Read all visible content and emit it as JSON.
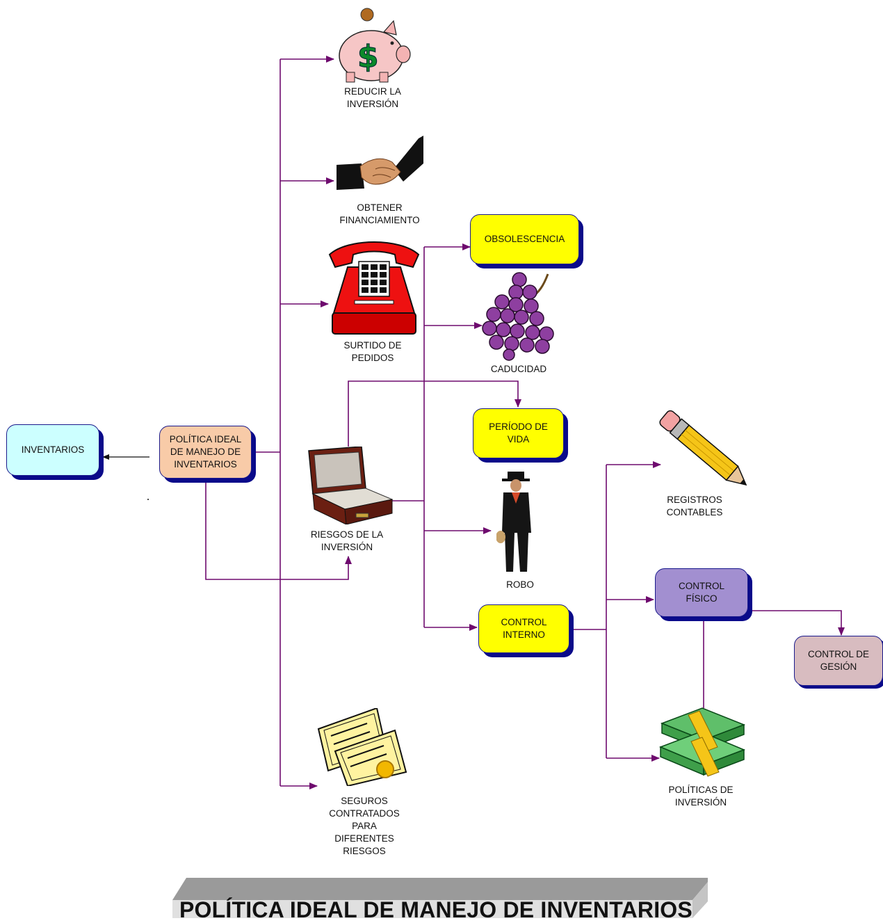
{
  "title": "POLÍTICA IDEAL DE MANEJO DE INVENTARIOS",
  "colors": {
    "line": "#6e0a6e",
    "box_border": "#1a1a8c",
    "shadow": "#0a0a8a",
    "inventarios_fill": "#ccffff",
    "politica_fill": "#f8cba8",
    "yellow_fill": "#ffff00",
    "control_fisico_fill": "#a28fd0",
    "control_gestion_fill": "#d8bcc0"
  },
  "nodes": {
    "inventarios": "INVENTARIOS",
    "politica": "POLÍTICA IDEAL\nDE MANEJO DE\nINVENTARIOS",
    "reducir": "REDUCIR LA\nINVERSIÓN",
    "financiamiento": "OBTENER\nFINANCIAMIENTO",
    "surtido": "SURTIDO DE\nPEDIDOS",
    "riesgos": "RIESGOS DE LA\nINVERSIÓN",
    "seguros": "SEGUROS\nCONTRATADOS\nPARA\nDIFERENTES\nRIESGOS",
    "obsolescencia": "OBSOLESCENCIA",
    "caducidad": "CADUCIDAD",
    "periodo": "PERÍODO DE\nVIDA",
    "robo": "ROBO",
    "control_interno": "CONTROL\nINTERNO",
    "registros": "REGISTROS\nCONTABLES",
    "control_fisico": "CONTROL\nFÍSICO",
    "control_gestion": "CONTROL DE\nGESIÓN",
    "politicas_inversion": "POLÍTICAS DE\nINVERSIÓN"
  },
  "icons": {
    "reducir": "piggy-bank-icon",
    "financiamiento": "handshake-icon",
    "surtido": "telephone-icon",
    "riesgos": "briefcase-icon",
    "seguros": "certificates-icon",
    "caducidad": "grapes-icon",
    "robo": "thief-icon",
    "registros": "pencil-icon",
    "politicas_inversion": "money-stack-icon"
  }
}
